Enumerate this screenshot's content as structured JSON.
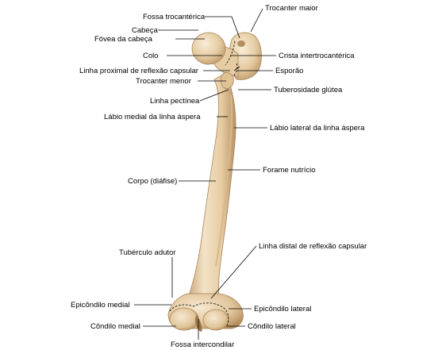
{
  "labels": {
    "fossa_trocanterica": "Fossa trocantérica",
    "trocanter_maior": "Trocanter maior",
    "cabeca": "Cabeça",
    "fovea_cabeca": "Fóvea da cabeça",
    "colo": "Colo",
    "crista_intertrocanterica": "Crista intertrocantérica",
    "linha_proximal_reflexao": "Linha proximal de reflexão capsular",
    "esporao": "Esporão",
    "trocanter_menor": "Trocanter menor",
    "tuberosidade_glutea": "Tuberosidade glútea",
    "linha_pectinea": "Linha pectínea",
    "labio_medial": "Lábio medial da linha áspera",
    "labio_lateral": "Lábio lateral da linha áspera",
    "forame_nutricio": "Forame nutrício",
    "corpo_diafise": "Corpo (diáfise)",
    "tuberculo_adutor": "Tubérculo adutor",
    "linha_distal_reflexao": "Linha distal de reflexão capsular",
    "epicondilo_medial": "Epicôndilo medial",
    "epicondilo_lateral": "Epicôndilo lateral",
    "condilo_medial": "Côndilo medial",
    "condilo_lateral": "Côndilo lateral",
    "fossa_intercondilar": "Fossa intercondilar"
  },
  "colors": {
    "bone_fill": "#ecd6b3",
    "bone_shadow": "#c9a679",
    "bone_highlight": "#f7ead5",
    "line": "#000000"
  }
}
